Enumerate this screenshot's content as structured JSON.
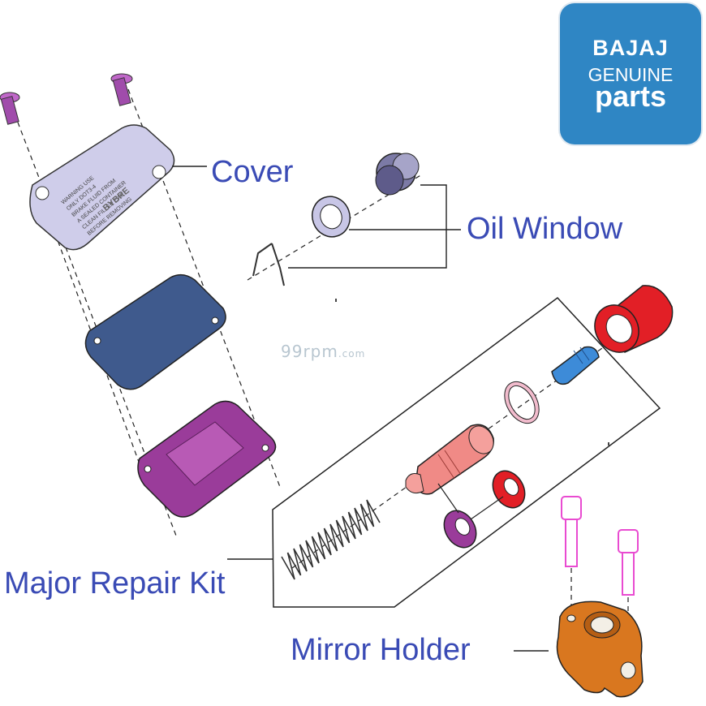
{
  "labels": {
    "cover": "Cover",
    "oil_window": "Oil Window",
    "major_repair_kit": "Major Repair Kit",
    "mirror_holder": "Mirror Holder"
  },
  "logo": {
    "brand": "BAJAJ",
    "line1": "GENUINE",
    "line2": "parts",
    "background": "#2f86c4"
  },
  "watermark": {
    "main": "99rpm",
    "suffix": ".com"
  },
  "cover_text": {
    "lines": [
      "WARNING USE",
      "ONLY DOT3-4",
      "BRAKE FLUID FROM",
      "A SEALED CONTAINER",
      "CLEAN FILLER CAP",
      "BEFORE REMOVING"
    ],
    "brand": "BYBRE"
  },
  "colors": {
    "label": "#3a4bb5",
    "cover": "#c8c6e6",
    "diaphragm": "#3e5a8e",
    "seal_plate": "#9a3b9a",
    "red_parts": "#e8202a",
    "piston": "#f08a86",
    "blue_part": "#3d8bd8",
    "mirror_holder": "#d9771f",
    "bolts_pink": "#e94bd1"
  }
}
